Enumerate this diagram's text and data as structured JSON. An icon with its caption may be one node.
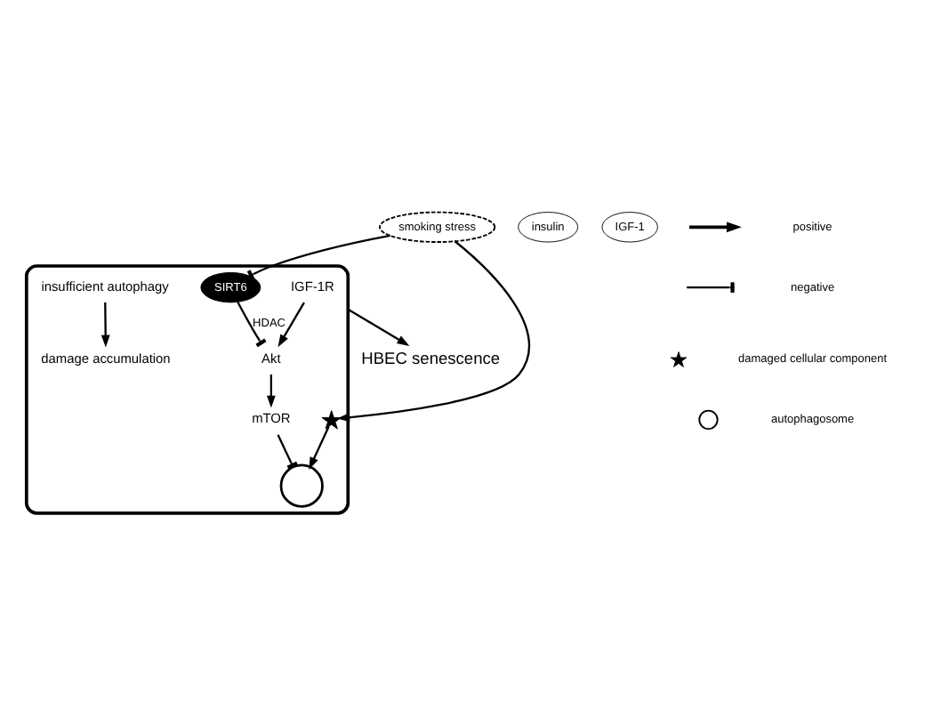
{
  "diagram": {
    "nodes": [
      {
        "text": [
          "smoking stress"
        ]
      },
      {
        "text": [
          "insulin"
        ]
      },
      {
        "text": [
          "IGF-1"
        ]
      },
      {
        "text": [],
        "shape": "box"
      },
      {
        "text": [
          "IGF-1R"
        ],
        "in": 3
      },
      {
        "text": [
          "SIRT6"
        ],
        "in": 3
      },
      {
        "text": [
          "Akt"
        ],
        "in": 3
      },
      {
        "text": [
          "mTOR"
        ],
        "in": 3
      },
      {
        "text": [],
        "shape": "star",
        "in": 3
      },
      {
        "text": [],
        "shape": "arc",
        "in": 3
      },
      {
        "text": [
          "insufficient autophagy"
        ],
        "in": 3
      },
      {
        "text": [
          "damage accumulation"
        ],
        "in": 3
      },
      {
        "text": [
          "HBEC senescence"
        ]
      }
    ],
    "edges": [
      {
        "from": 0,
        "to": 8,
        "arrow": "to"
      },
      {
        "from": 0,
        "to": 5,
        "arrow": "other"
      },
      {
        "from": 5,
        "to": 6,
        "arrow": "other",
        "label": "HDAC"
      },
      {
        "from": 4,
        "to": 6,
        "arrow": "to"
      },
      {
        "from": 6,
        "to": 7,
        "arrow": "to"
      },
      {
        "from": 7,
        "to": 9,
        "arrow": "other"
      },
      {
        "from": 8,
        "to": 9,
        "arrow": "to"
      },
      {
        "from": 10,
        "to": 11,
        "arrow": "to"
      },
      {
        "from": 3,
        "to": 12,
        "arrow": "to"
      }
    ],
    "legend": [
      {
        "text": "positive"
      },
      {
        "text": "negative"
      },
      {
        "text": "damaged cellular component"
      },
      {
        "text": "autophagosome"
      }
    ]
  }
}
